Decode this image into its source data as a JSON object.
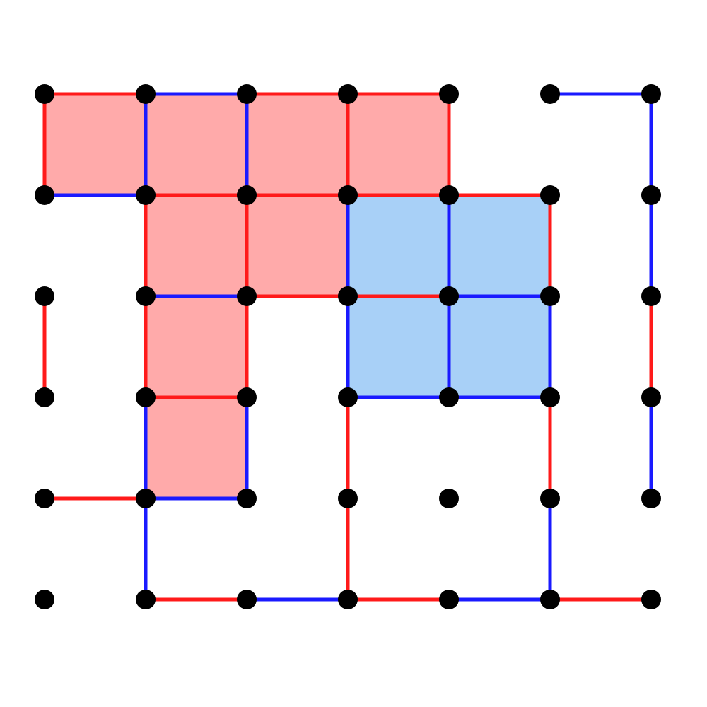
{
  "colors": {
    "background": "#ffffff",
    "red": "#ff1a1a",
    "blue": "#1a1aff",
    "red_fill": "#ffaaaa",
    "blue_fill": "#a8d0f7",
    "node": "#000000"
  },
  "grid": {
    "columns": 7,
    "rows": 6
  },
  "cells": [
    {
      "col": 0,
      "row": 0,
      "color": "red"
    },
    {
      "col": 1,
      "row": 0,
      "color": "red"
    },
    {
      "col": 2,
      "row": 0,
      "color": "red"
    },
    {
      "col": 3,
      "row": 0,
      "color": "red"
    },
    {
      "col": 1,
      "row": 1,
      "color": "red"
    },
    {
      "col": 2,
      "row": 1,
      "color": "red"
    },
    {
      "col": 1,
      "row": 2,
      "color": "red"
    },
    {
      "col": 1,
      "row": 3,
      "color": "red"
    },
    {
      "col": 3,
      "row": 1,
      "color": "blue"
    },
    {
      "col": 4,
      "row": 1,
      "color": "blue"
    },
    {
      "col": 3,
      "row": 2,
      "color": "blue"
    },
    {
      "col": 4,
      "row": 2,
      "color": "blue"
    }
  ],
  "edges": [
    {
      "from": [
        0,
        0
      ],
      "to": [
        1,
        0
      ],
      "color": "red"
    },
    {
      "from": [
        1,
        0
      ],
      "to": [
        2,
        0
      ],
      "color": "blue"
    },
    {
      "from": [
        2,
        0
      ],
      "to": [
        3,
        0
      ],
      "color": "red"
    },
    {
      "from": [
        3,
        0
      ],
      "to": [
        4,
        0
      ],
      "color": "red"
    },
    {
      "from": [
        5,
        0
      ],
      "to": [
        6,
        0
      ],
      "color": "blue"
    },
    {
      "from": [
        0,
        0
      ],
      "to": [
        0,
        1
      ],
      "color": "red"
    },
    {
      "from": [
        1,
        0
      ],
      "to": [
        1,
        1
      ],
      "color": "blue"
    },
    {
      "from": [
        2,
        0
      ],
      "to": [
        2,
        1
      ],
      "color": "blue"
    },
    {
      "from": [
        3,
        0
      ],
      "to": [
        3,
        1
      ],
      "color": "red"
    },
    {
      "from": [
        4,
        0
      ],
      "to": [
        4,
        1
      ],
      "color": "red"
    },
    {
      "from": [
        6,
        0
      ],
      "to": [
        6,
        1
      ],
      "color": "blue"
    },
    {
      "from": [
        0,
        1
      ],
      "to": [
        1,
        1
      ],
      "color": "blue"
    },
    {
      "from": [
        1,
        1
      ],
      "to": [
        2,
        1
      ],
      "color": "red"
    },
    {
      "from": [
        2,
        1
      ],
      "to": [
        3,
        1
      ],
      "color": "red"
    },
    {
      "from": [
        3,
        1
      ],
      "to": [
        4,
        1
      ],
      "color": "red"
    },
    {
      "from": [
        4,
        1
      ],
      "to": [
        5,
        1
      ],
      "color": "red"
    },
    {
      "from": [
        1,
        1
      ],
      "to": [
        1,
        2
      ],
      "color": "red"
    },
    {
      "from": [
        2,
        1
      ],
      "to": [
        2,
        2
      ],
      "color": "red"
    },
    {
      "from": [
        3,
        1
      ],
      "to": [
        3,
        2
      ],
      "color": "blue"
    },
    {
      "from": [
        4,
        1
      ],
      "to": [
        4,
        2
      ],
      "color": "blue"
    },
    {
      "from": [
        5,
        1
      ],
      "to": [
        5,
        2
      ],
      "color": "red"
    },
    {
      "from": [
        6,
        1
      ],
      "to": [
        6,
        2
      ],
      "color": "blue"
    },
    {
      "from": [
        1,
        2
      ],
      "to": [
        2,
        2
      ],
      "color": "blue"
    },
    {
      "from": [
        2,
        2
      ],
      "to": [
        3,
        2
      ],
      "color": "red"
    },
    {
      "from": [
        3,
        2
      ],
      "to": [
        4,
        2
      ],
      "color": "red"
    },
    {
      "from": [
        4,
        2
      ],
      "to": [
        5,
        2
      ],
      "color": "blue"
    },
    {
      "from": [
        0,
        2
      ],
      "to": [
        0,
        3
      ],
      "color": "red"
    },
    {
      "from": [
        1,
        2
      ],
      "to": [
        1,
        3
      ],
      "color": "red"
    },
    {
      "from": [
        2,
        2
      ],
      "to": [
        2,
        3
      ],
      "color": "red"
    },
    {
      "from": [
        3,
        2
      ],
      "to": [
        3,
        3
      ],
      "color": "blue"
    },
    {
      "from": [
        4,
        2
      ],
      "to": [
        4,
        3
      ],
      "color": "blue"
    },
    {
      "from": [
        5,
        2
      ],
      "to": [
        5,
        3
      ],
      "color": "blue"
    },
    {
      "from": [
        6,
        2
      ],
      "to": [
        6,
        3
      ],
      "color": "red"
    },
    {
      "from": [
        1,
        3
      ],
      "to": [
        2,
        3
      ],
      "color": "red"
    },
    {
      "from": [
        3,
        3
      ],
      "to": [
        4,
        3
      ],
      "color": "blue"
    },
    {
      "from": [
        4,
        3
      ],
      "to": [
        5,
        3
      ],
      "color": "blue"
    },
    {
      "from": [
        1,
        3
      ],
      "to": [
        1,
        4
      ],
      "color": "blue"
    },
    {
      "from": [
        2,
        3
      ],
      "to": [
        2,
        4
      ],
      "color": "blue"
    },
    {
      "from": [
        3,
        3
      ],
      "to": [
        3,
        4
      ],
      "color": "red"
    },
    {
      "from": [
        5,
        3
      ],
      "to": [
        5,
        4
      ],
      "color": "red"
    },
    {
      "from": [
        6,
        3
      ],
      "to": [
        6,
        4
      ],
      "color": "blue"
    },
    {
      "from": [
        0,
        4
      ],
      "to": [
        1,
        4
      ],
      "color": "red"
    },
    {
      "from": [
        1,
        4
      ],
      "to": [
        2,
        4
      ],
      "color": "blue"
    },
    {
      "from": [
        1,
        4
      ],
      "to": [
        1,
        5
      ],
      "color": "blue"
    },
    {
      "from": [
        3,
        4
      ],
      "to": [
        3,
        5
      ],
      "color": "red"
    },
    {
      "from": [
        5,
        4
      ],
      "to": [
        5,
        5
      ],
      "color": "blue"
    },
    {
      "from": [
        1,
        5
      ],
      "to": [
        2,
        5
      ],
      "color": "red"
    },
    {
      "from": [
        2,
        5
      ],
      "to": [
        3,
        5
      ],
      "color": "blue"
    },
    {
      "from": [
        3,
        5
      ],
      "to": [
        4,
        5
      ],
      "color": "red"
    },
    {
      "from": [
        4,
        5
      ],
      "to": [
        5,
        5
      ],
      "color": "blue"
    },
    {
      "from": [
        5,
        5
      ],
      "to": [
        6,
        5
      ],
      "color": "red"
    }
  ]
}
